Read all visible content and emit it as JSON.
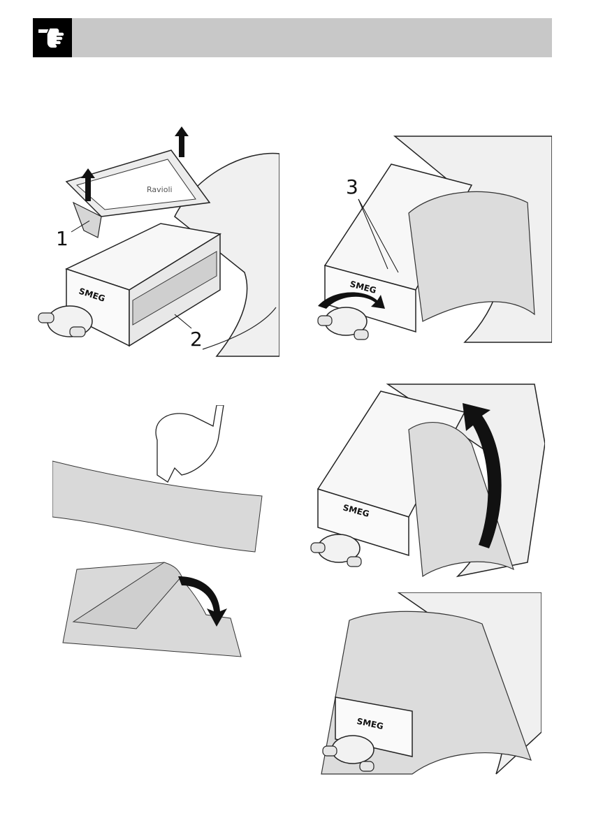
{
  "header": {
    "icon": "pointing-hand-icon"
  },
  "figure1": {
    "callouts": [
      "1",
      "2"
    ],
    "tray_label": "Ravioli",
    "brand": "SMEG"
  },
  "figure2": {
    "callouts": [
      "3"
    ],
    "brand": "SMEG"
  },
  "figure4": {
    "brand": "SMEG"
  },
  "figure5": {
    "brand": "SMEG"
  },
  "colors": {
    "header_bg": "#c8c8c8",
    "icon_bg": "#000000",
    "dough": "#d9d9d9"
  }
}
